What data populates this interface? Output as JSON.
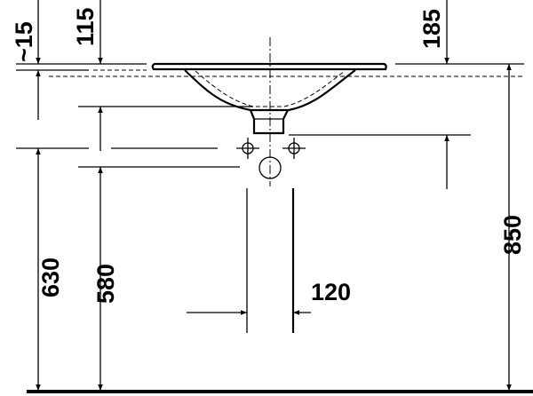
{
  "drawing": {
    "title": "Washbasin installation dimensions",
    "dimensions": {
      "rim_tolerance": "~15",
      "bowl_depth": "115",
      "trap_offset": "185",
      "height_630": "630",
      "height_580": "580",
      "rim_height": "850",
      "waste_width": "120"
    }
  }
}
